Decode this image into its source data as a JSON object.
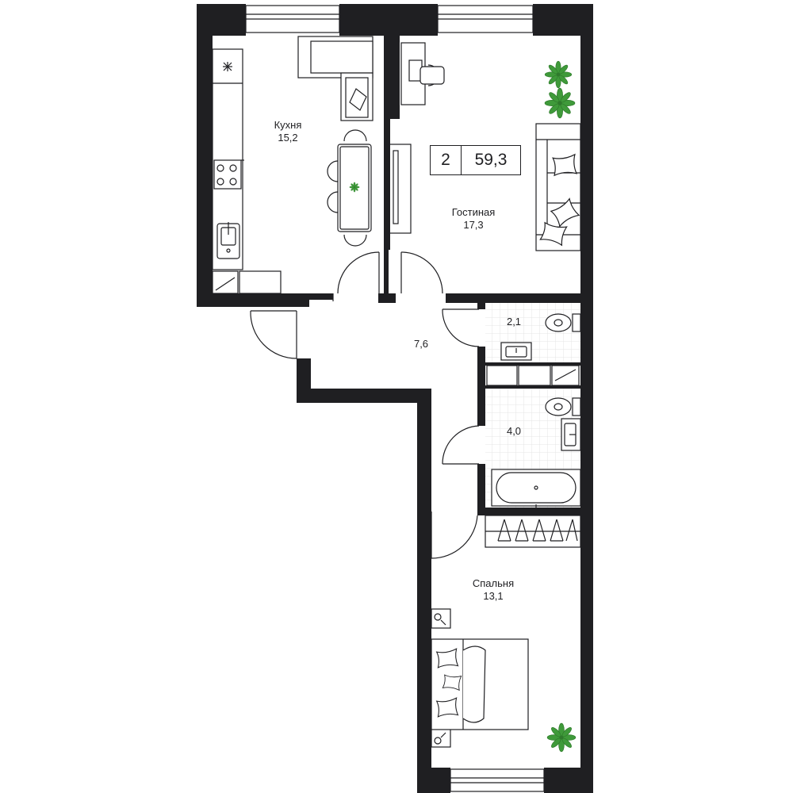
{
  "apartment": {
    "rooms_count": "2",
    "total_area": "59,3"
  },
  "rooms": {
    "kitchen": {
      "name": "Кухня",
      "area": "15,2"
    },
    "living": {
      "name": "Гостиная",
      "area": "17,3"
    },
    "hall": {
      "area": "7,6"
    },
    "toilet": {
      "area": "2,1"
    },
    "bathroom": {
      "area": "4,0"
    },
    "bedroom": {
      "name": "Спальня",
      "area": "13,1"
    }
  },
  "colors": {
    "wall": "#1f1f22",
    "line": "#1f1f22",
    "plant": "#3f9a3a",
    "plant_dark": "#2f7a2c",
    "wet_zone_tile": "#e6e6e6"
  },
  "icons": [
    "plant-icon",
    "stove-icon",
    "sink-icon",
    "toilet-icon",
    "bathtub-icon",
    "bed-icon",
    "sofa-icon",
    "dining-table-icon",
    "wardrobe-icon",
    "desk-icon"
  ]
}
